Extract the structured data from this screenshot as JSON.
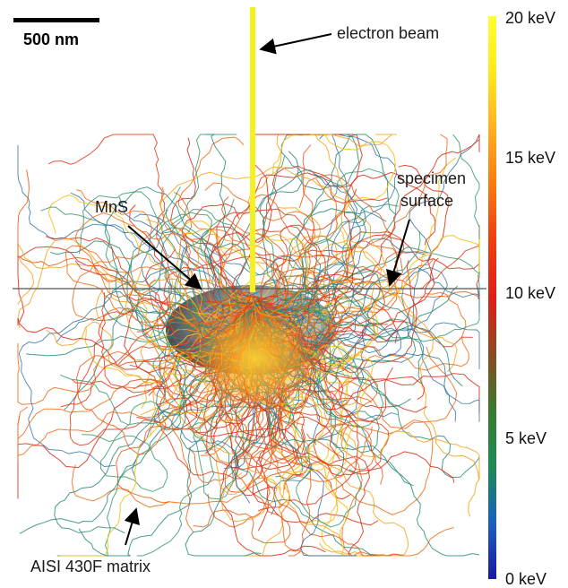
{
  "scale_bar": {
    "label": "500 nm"
  },
  "labels": {
    "electron_beam": "electron beam",
    "specimen_surface_line1": "specimen",
    "specimen_surface_line2": "surface",
    "inclusion": "MnS",
    "matrix": "AISI 430F matrix"
  },
  "colorbar": {
    "ticks": [
      "20 keV",
      "15 keV",
      "10 keV",
      "5 keV",
      "0 keV"
    ],
    "colors": [
      "#1a1aa0",
      "#1a5fc0",
      "#1d8a55",
      "#3a7a30",
      "#8a4a20",
      "#e02018",
      "#f03c10",
      "#f87a10",
      "#ffb020",
      "#ffe820",
      "#ffff30"
    ]
  },
  "colors": {
    "beam": "#f5f020",
    "surface_line": "#555555",
    "inclusion_dark": "#4a4a4a",
    "inclusion_light": "#b8b8b8",
    "trajectory_high": "#f0c020",
    "trajectory_mid": "#e84818",
    "trajectory_low": "#2a8a8a"
  }
}
